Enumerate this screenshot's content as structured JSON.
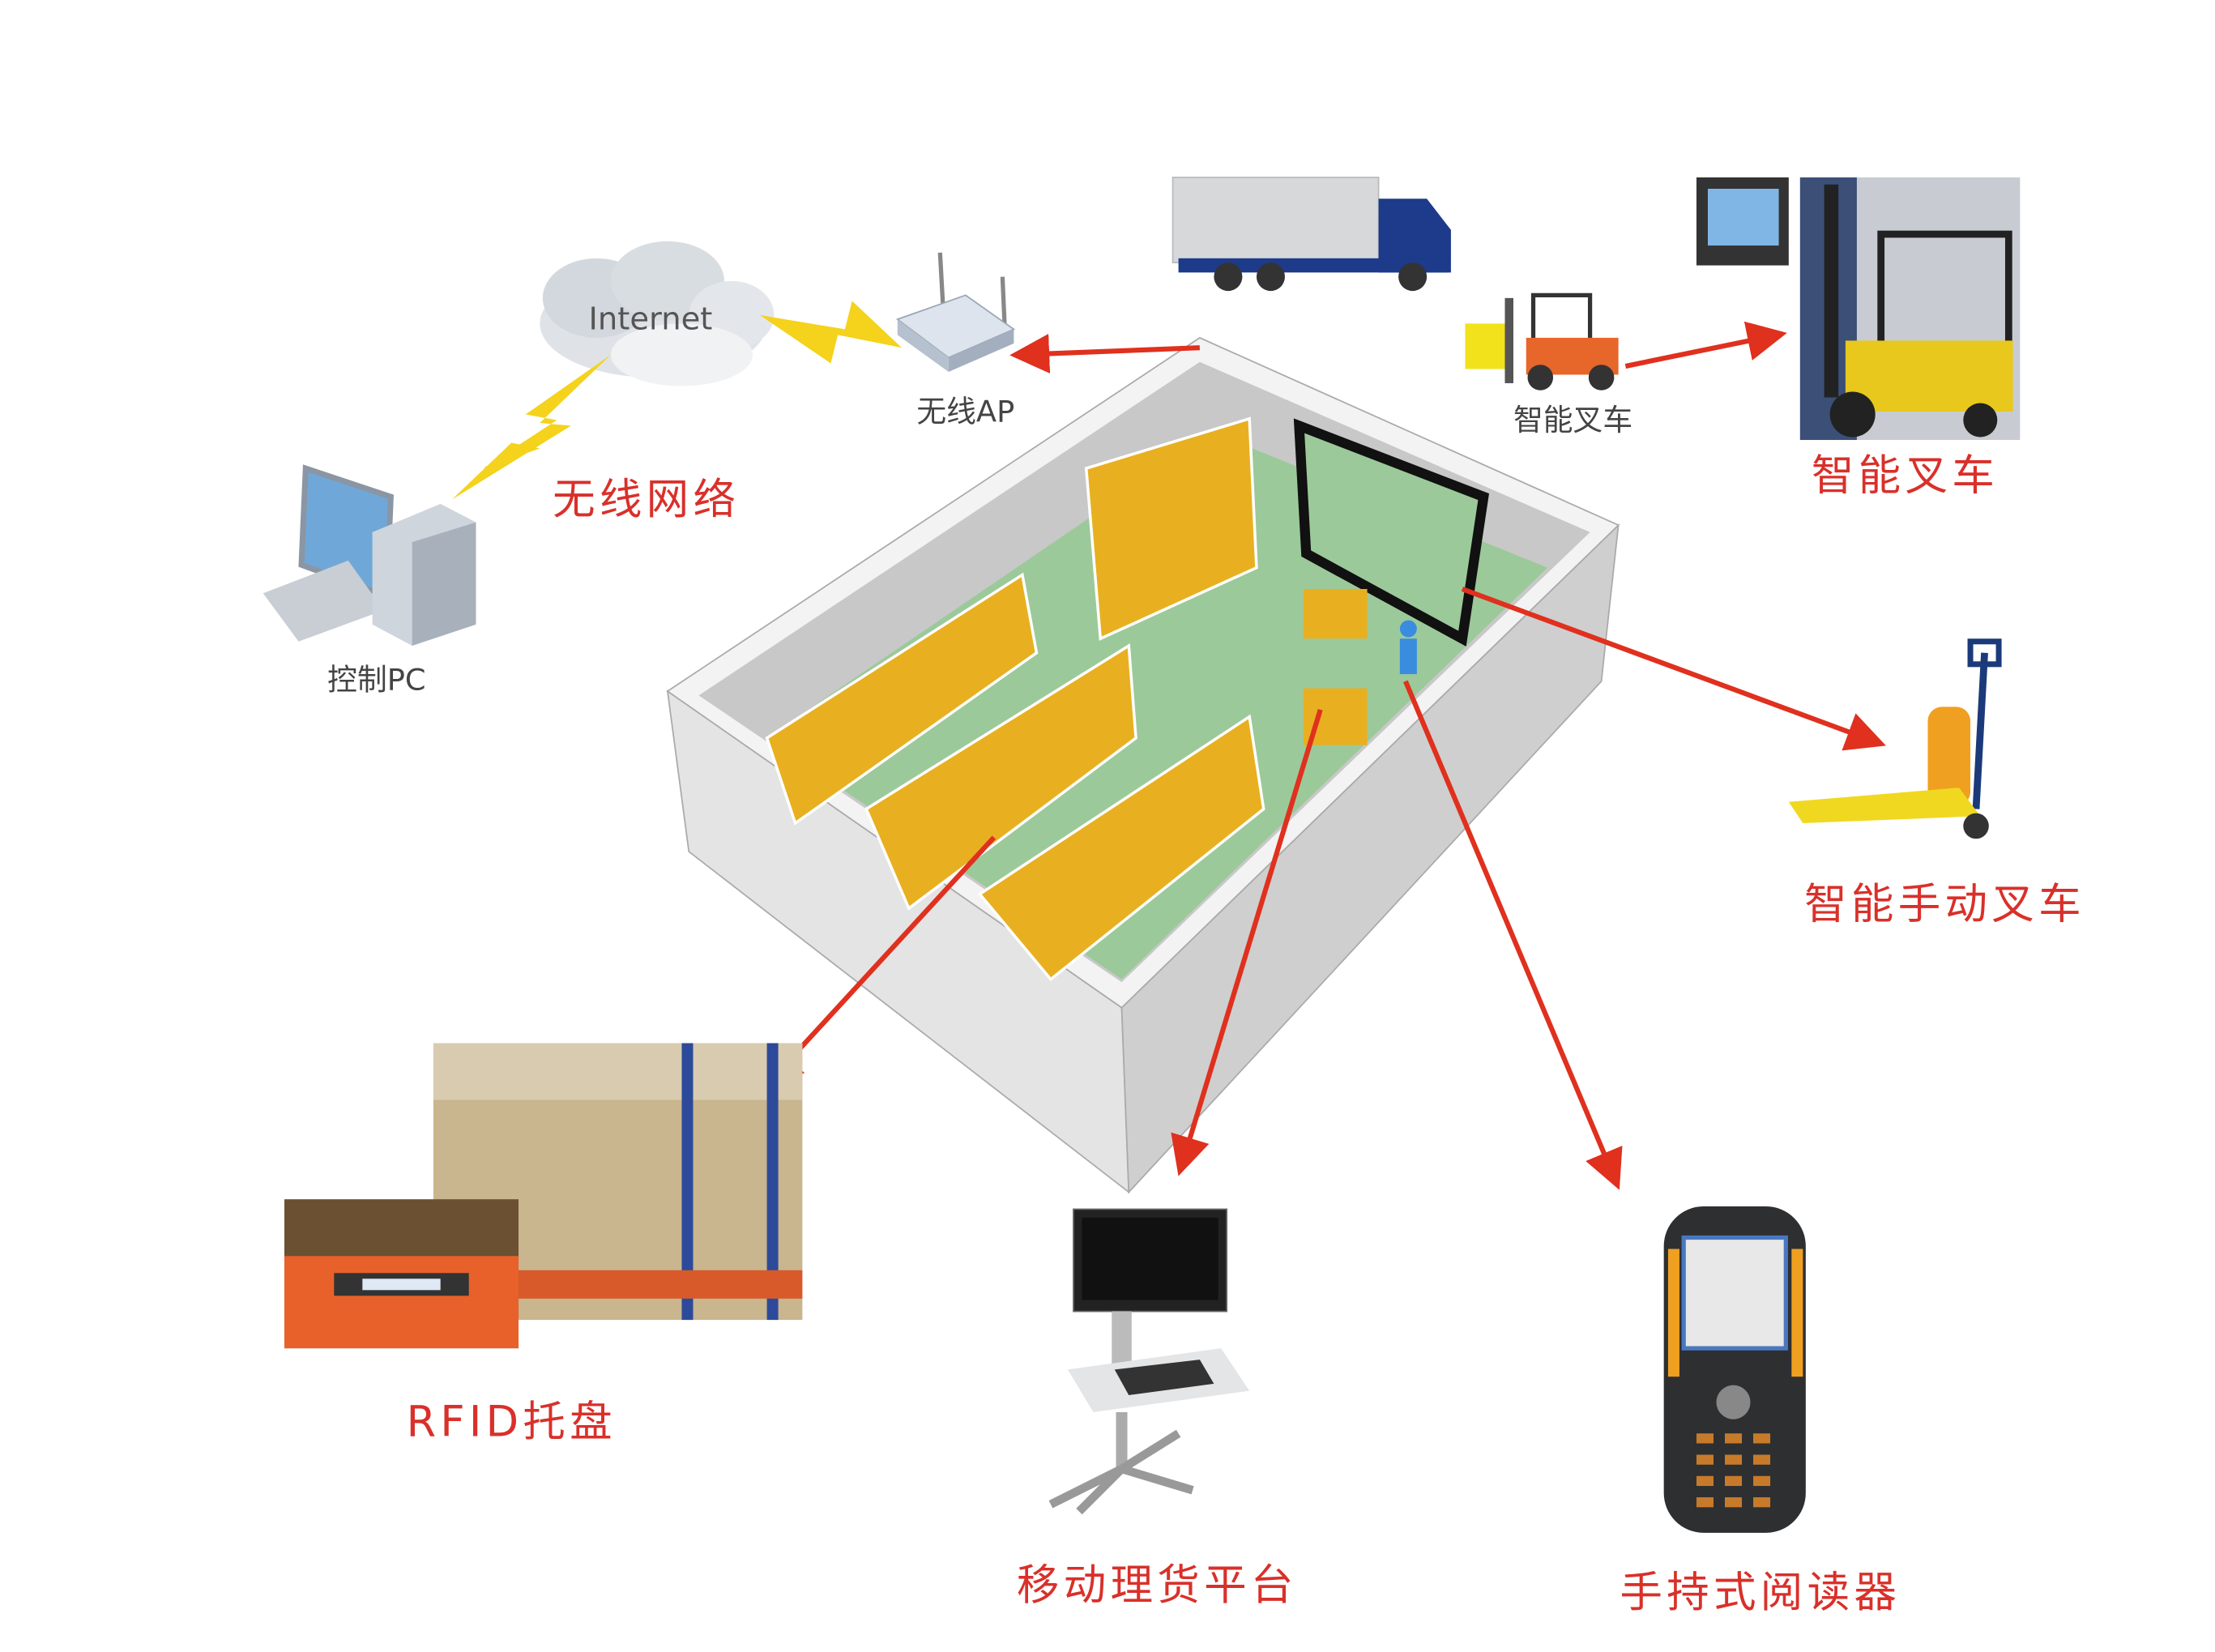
{
  "title": "RFID智能仓储系统示意",
  "nodes": {
    "internet": "Internet",
    "ap": "无线AP",
    "pc": "控制PC",
    "wireless": "无线网络",
    "forklift_small": "智能叉车",
    "forklift": "智能叉车",
    "pallet_truck": "智能手动叉车",
    "rfid_pallet": "RFID托盘",
    "mobile_platform": "移动理货平台",
    "handheld": "手持式阅读器"
  },
  "colors": {
    "arrow": "#e0301e",
    "label": "#d9302a",
    "floor": "#9cc99a",
    "goods": "#e8b020",
    "bolt": "#f5d21c"
  }
}
